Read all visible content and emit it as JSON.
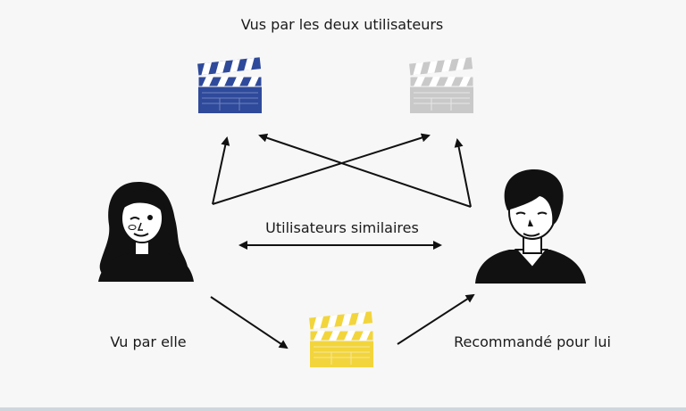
{
  "labels": {
    "top": "Vus par les deux utilisateurs",
    "middle": "Utilisateurs similaires",
    "left": "Vu par elle",
    "right": "Recommandé pour lui"
  },
  "colors": {
    "clapper_blue": "#2f4a9a",
    "clapper_gray": "#c9c9c9",
    "clapper_yellow": "#f2d53c",
    "ink": "#111111"
  },
  "icons": {
    "clapper_blue": "movie-clapperboard-icon",
    "clapper_gray": "movie-clapperboard-icon",
    "clapper_yellow": "movie-clapperboard-icon",
    "woman": "woman-avatar-icon",
    "man": "man-avatar-icon"
  }
}
